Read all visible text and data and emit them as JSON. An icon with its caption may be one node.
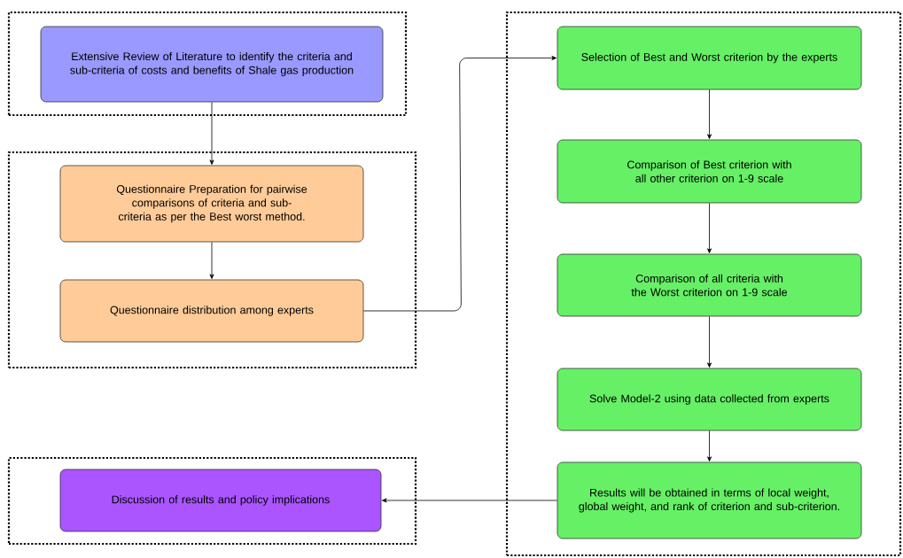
{
  "diagram": {
    "nodes": [
      {
        "text": [],
        "shape": "box"
      },
      {
        "text": [
          "Extensive Review of Literature to identify the criteria and sub-criteria of costs and benefits of Shale gas production"
        ],
        "in": 0
      },
      {
        "text": [],
        "shape": "box"
      },
      {
        "text": [
          "Questionnaire Preparation for pairwise comparisons of criteria and sub-criteria as per the Best worst method."
        ],
        "in": 2
      },
      {
        "text": [
          "Questionnaire distribution among experts"
        ],
        "in": 2
      },
      {
        "text": [],
        "shape": "box"
      },
      {
        "text": [
          "Selection of Best and Worst criterion by the experts"
        ],
        "in": 5
      },
      {
        "text": [
          "Comparison of Best criterion with all other criterion on 1-9 scale"
        ],
        "in": 5
      },
      {
        "text": [
          "Comparison of all criteria with the Worst criterion on 1-9 scale"
        ],
        "in": 5
      },
      {
        "text": [
          "Solve Model-2 using data collected from experts"
        ],
        "in": 5
      },
      {
        "text": [
          "Results will be obtained in terms of local weight, global weight, and rank of criterion and sub-criterion."
        ],
        "in": 5
      },
      {
        "text": [],
        "shape": "box"
      },
      {
        "text": [
          "Discussion of results and policy implications"
        ],
        "in": 11
      }
    ],
    "edges": [
      {
        "from": 1,
        "to": 3,
        "arrow": "to"
      },
      {
        "from": 3,
        "to": 4,
        "arrow": "to"
      },
      {
        "from": 4,
        "to": 6,
        "arrow": "to"
      },
      {
        "from": 6,
        "to": 7,
        "arrow": "to"
      },
      {
        "from": 7,
        "to": 8,
        "arrow": "to"
      },
      {
        "from": 8,
        "to": 9,
        "arrow": "to"
      },
      {
        "from": 9,
        "to": 10,
        "arrow": "to"
      },
      {
        "from": 10,
        "to": 12,
        "arrow": "to"
      }
    ]
  }
}
